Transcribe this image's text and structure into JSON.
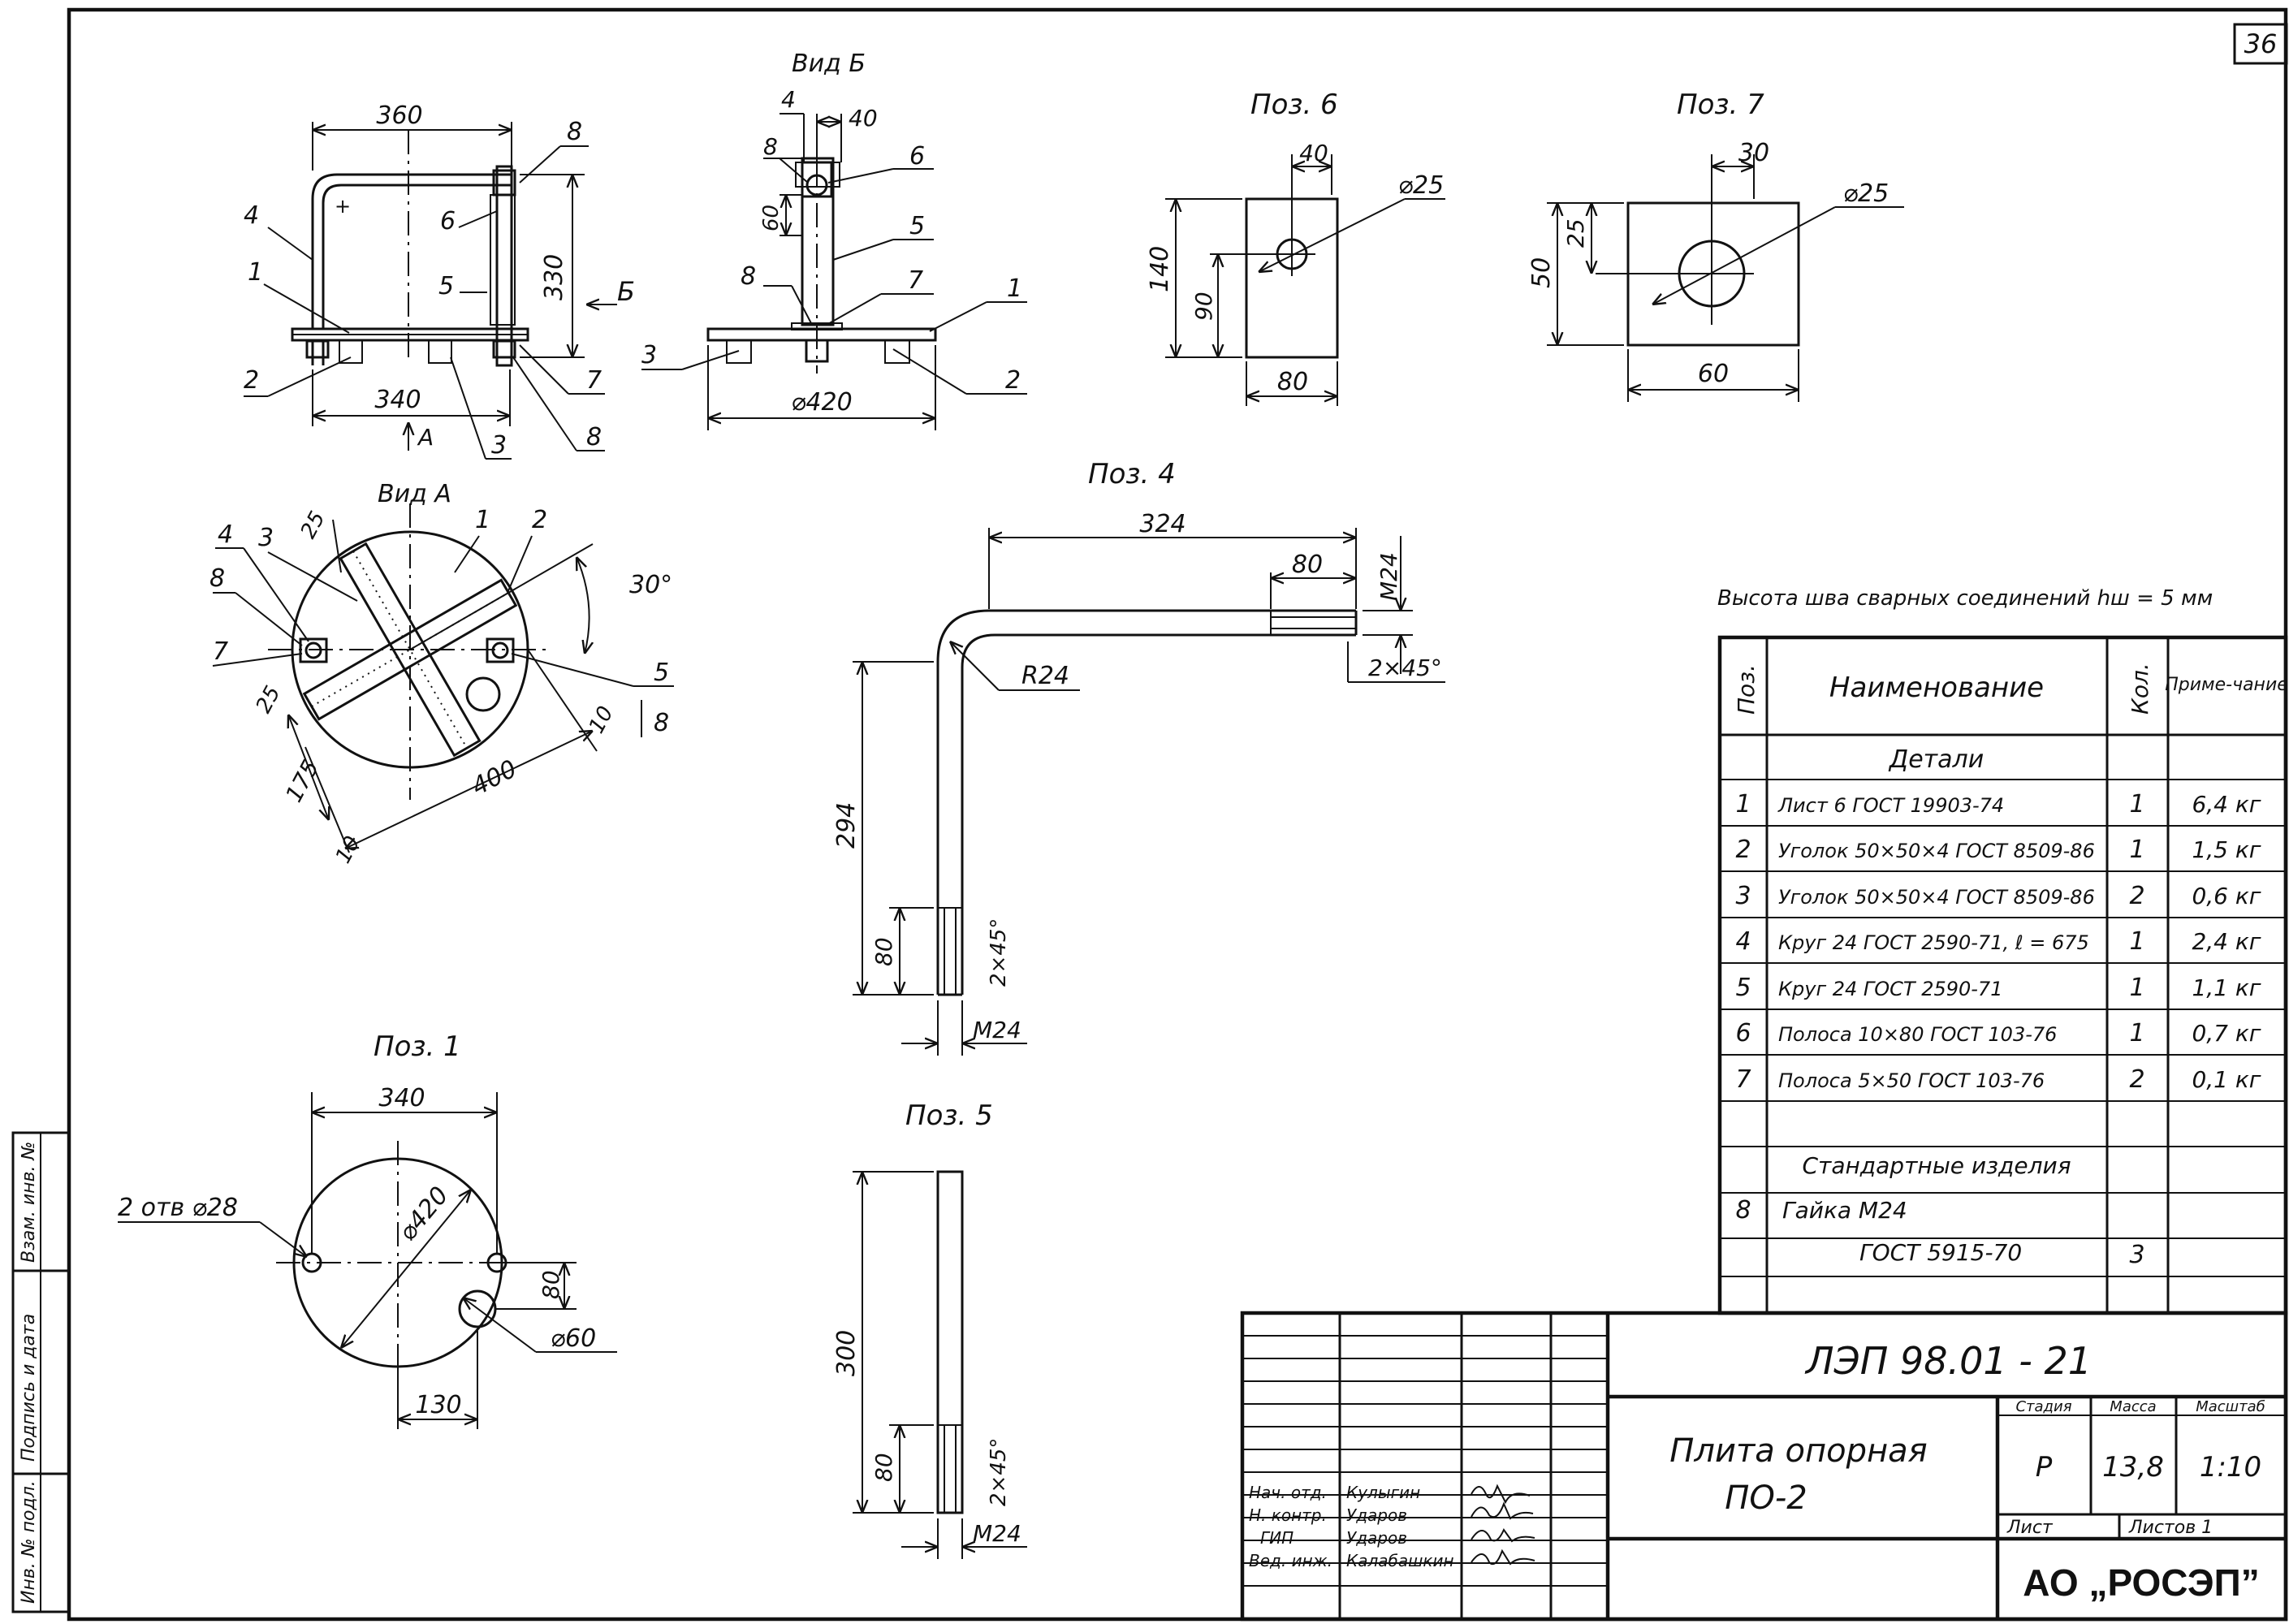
{
  "sheet_number": "36",
  "views": {
    "front": {
      "dim_width": "360",
      "dim_height": "330",
      "dim_bottom": "340",
      "view_b_arrow": "Б",
      "view_a_arrow": "А",
      "callouts": [
        "4",
        "1",
        "2",
        "6",
        "5",
        "8",
        "7",
        "8",
        "3"
      ]
    },
    "view_b": {
      "title": "Вид Б",
      "dim_40": "40",
      "dim_60": "60",
      "dim_diam": "⌀420",
      "callouts": [
        "4",
        "8",
        "6",
        "5",
        "8",
        "7",
        "1",
        "3",
        "2"
      ]
    },
    "view_a": {
      "title": "Вид А",
      "dim_25a": "25",
      "dim_25b": "25",
      "dim_175": "175",
      "dim_400": "400",
      "dim_10a": "10",
      "dim_10b": "10",
      "angle": "30°",
      "callouts": [
        "4",
        "3",
        "1",
        "2",
        "8",
        "7",
        "5",
        "8"
      ]
    },
    "pos1": {
      "title": "Поз. 1",
      "dim_340": "340",
      "dim_420": "⌀420",
      "holes": "2 отв ⌀28",
      "dim_80": "80",
      "dim_60": "⌀60",
      "dim_130": "130"
    },
    "pos4": {
      "title": "Поз. 4",
      "dim_324": "324",
      "dim_80": "80",
      "thread_top": "М24",
      "chamfer_top": "2×45°",
      "radius": "R24",
      "dim_294": "294",
      "dim_80b": "80",
      "chamfer_side": "2×45°",
      "thread_bottom": "М24"
    },
    "pos5": {
      "title": "Поз. 5",
      "dim_300": "300",
      "dim_80": "80",
      "chamfer": "2×45°",
      "thread": "М24"
    },
    "pos6": {
      "title": "Поз. 6",
      "dim_40": "40",
      "dim_diam": "⌀25",
      "dim_140": "140",
      "dim_90": "90",
      "dim_80": "80"
    },
    "pos7": {
      "title": "Поз. 7",
      "dim_30": "30",
      "dim_diam": "⌀25",
      "dim_50": "50",
      "dim_25": "25",
      "dim_60": "60"
    }
  },
  "weld_note": "Высота шва сварных соединений hш = 5 мм",
  "spec_table": {
    "headers": [
      "Поз.",
      "Наименование",
      "Кол.",
      "Приме-чание"
    ],
    "section_details": "Детали",
    "rows": [
      {
        "pos": "1",
        "name": "Лист 6 ГОСТ 19903-74",
        "qty": "1",
        "note": "6,4 кг"
      },
      {
        "pos": "2",
        "name": "Уголок 50×50×4 ГОСТ 8509-86",
        "qty": "1",
        "note": "1,5 кг"
      },
      {
        "pos": "3",
        "name": "Уголок 50×50×4 ГОСТ 8509-86",
        "qty": "2",
        "note": "0,6 кг"
      },
      {
        "pos": "4",
        "name": "Круг 24 ГОСТ 2590-71, ℓ = 675",
        "qty": "1",
        "note": "2,4 кг"
      },
      {
        "pos": "5",
        "name": "Круг 24 ГОСТ 2590-71",
        "qty": "1",
        "note": "1,1 кг"
      },
      {
        "pos": "6",
        "name": "Полоса 10×80 ГОСТ 103-76",
        "qty": "1",
        "note": "0,7 кг"
      },
      {
        "pos": "7",
        "name": "Полоса 5×50 ГОСТ 103-76",
        "qty": "2",
        "note": "0,1 кг"
      }
    ],
    "section_standard": "Стандартные изделия",
    "std_rows": [
      {
        "pos": "8",
        "name": "Гайка М24",
        "qty": "",
        "note": ""
      },
      {
        "pos": "",
        "name": "ГОСТ 5915-70",
        "qty": "3",
        "note": ""
      }
    ]
  },
  "title_block": {
    "doc_code": "ЛЭП 98.01 - 21",
    "title_line1": "Плита опорная",
    "title_line2": "ПО-2",
    "stage_label": "Стадия",
    "mass_label": "Масса",
    "scale_label": "Масштаб",
    "stage": "Р",
    "mass": "13,8",
    "scale": "1:10",
    "sheet_label": "Лист",
    "sheets_label": "Листов 1",
    "company": "АО „РОСЭП”",
    "people": [
      {
        "role": "Нач. отд.",
        "name": "Кулыгин"
      },
      {
        "role": "Н. контр.",
        "name": "Ударов"
      },
      {
        "role": "ГИП",
        "name": "Ударов"
      },
      {
        "role": "Вед. инж.",
        "name": "Калабашкин"
      }
    ]
  },
  "margin_stamps": [
    "Взам. инв. №",
    "Подпись и дата",
    "Инв. № подл."
  ]
}
